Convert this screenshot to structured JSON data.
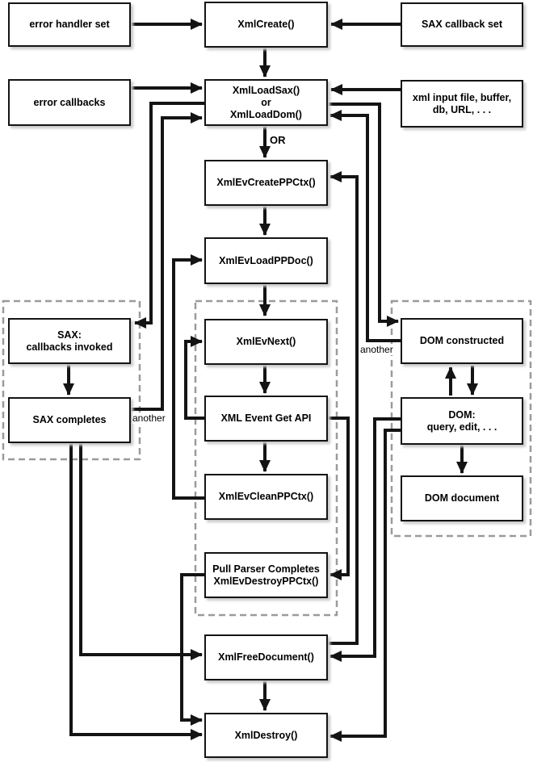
{
  "figure_type": "flowchart",
  "nodes": {
    "error_handler_set": {
      "label": "error handler set"
    },
    "xml_create": {
      "label": "XmlCreate()"
    },
    "sax_callback_set": {
      "label": "SAX callback set"
    },
    "error_callbacks": {
      "label": "error callbacks"
    },
    "xml_load": {
      "lines": [
        "XmlLoadSax()",
        "or",
        "XmlLoadDom()"
      ]
    },
    "xml_input": {
      "lines": [
        "xml input file, buffer,",
        "db, URL, . . ."
      ]
    },
    "xml_ev_create_ppctx": {
      "label": "XmlEvCreatePPCtx()"
    },
    "xml_ev_load_ppdoc": {
      "label": "XmlEvLoadPPDoc()"
    },
    "sax_callbacks_invoked": {
      "lines": [
        "SAX:",
        "callbacks invoked"
      ]
    },
    "xml_ev_next": {
      "label": "XmlEvNext()"
    },
    "dom_constructed": {
      "label": "DOM constructed"
    },
    "sax_completes": {
      "label": "SAX completes"
    },
    "xml_event_get_api": {
      "label": "XML Event Get API"
    },
    "dom_query_edit": {
      "lines": [
        "DOM:",
        "query, edit, . . ."
      ]
    },
    "xml_ev_clean_ppctx": {
      "label": "XmlEvCleanPPCtx()"
    },
    "dom_document": {
      "label": "DOM document"
    },
    "pull_parser_completes": {
      "lines": [
        "Pull Parser Completes",
        "XmlEvDestroyPPCtx()"
      ]
    },
    "xml_free_document": {
      "label": "XmlFreeDocument()"
    },
    "xml_destroy": {
      "label": "XmlDestroy()"
    }
  },
  "labels": {
    "or": "OR",
    "another_left": "another",
    "another_right": "another"
  },
  "edges": [
    {
      "from": "error_handler_set",
      "to": "xml_create"
    },
    {
      "from": "sax_callback_set",
      "to": "xml_create"
    },
    {
      "from": "xml_create",
      "to": "xml_load"
    },
    {
      "from": "error_callbacks",
      "to": "xml_load"
    },
    {
      "from": "xml_input",
      "to": "xml_load"
    },
    {
      "from": "xml_load",
      "to": "xml_ev_create_ppctx",
      "label": "OR"
    },
    {
      "from": "xml_load",
      "to": "sax_callbacks_invoked"
    },
    {
      "from": "xml_load",
      "to": "dom_constructed"
    },
    {
      "from": "sax_callbacks_invoked",
      "to": "sax_completes"
    },
    {
      "from": "sax_completes",
      "to": "xml_load",
      "label": "another"
    },
    {
      "from": "sax_completes",
      "to": "xml_free_document"
    },
    {
      "from": "sax_completes",
      "to": "xml_destroy"
    },
    {
      "from": "xml_ev_create_ppctx",
      "to": "xml_ev_load_ppdoc"
    },
    {
      "from": "xml_ev_load_ppdoc",
      "to": "xml_ev_next"
    },
    {
      "from": "xml_ev_next",
      "to": "xml_event_get_api"
    },
    {
      "from": "xml_event_get_api",
      "to": "xml_ev_next"
    },
    {
      "from": "xml_event_get_api",
      "to": "xml_ev_clean_ppctx"
    },
    {
      "from": "xml_event_get_api",
      "to": "pull_parser_completes"
    },
    {
      "from": "xml_ev_clean_ppctx",
      "to": "xml_ev_load_ppdoc"
    },
    {
      "from": "pull_parser_completes",
      "to": "xml_destroy"
    },
    {
      "from": "dom_constructed",
      "to": "dom_query_edit"
    },
    {
      "from": "dom_query_edit",
      "to": "dom_constructed"
    },
    {
      "from": "dom_constructed",
      "to": "xml_load",
      "label": "another"
    },
    {
      "from": "dom_query_edit",
      "to": "dom_document"
    },
    {
      "from": "dom_query_edit",
      "to": "xml_free_document"
    },
    {
      "from": "dom_query_edit",
      "to": "xml_destroy"
    },
    {
      "from": "xml_free_document",
      "to": "xml_ev_create_ppctx"
    },
    {
      "from": "xml_free_document",
      "to": "xml_destroy"
    }
  ],
  "colors": {
    "line": "#141414",
    "box_border": "#141414",
    "box_fill": "#ffffff",
    "dashed_group_border": "#9b9b9b",
    "background": "#ffffff"
  }
}
